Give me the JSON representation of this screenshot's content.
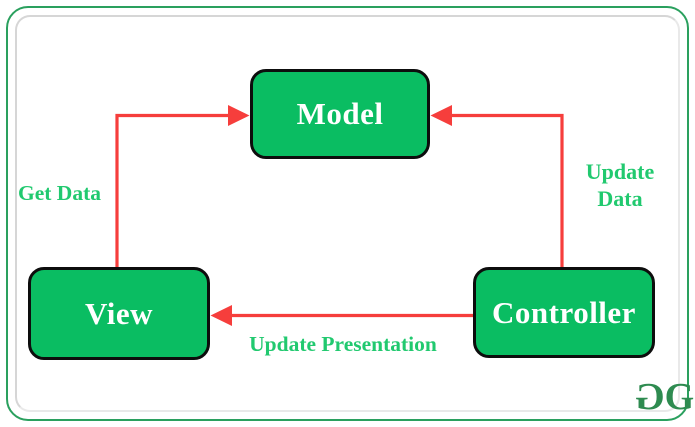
{
  "diagram": {
    "type": "flowchart",
    "subject": "Model-View-Controller",
    "nodes": [
      {
        "id": "model",
        "label": "Model"
      },
      {
        "id": "view",
        "label": "View"
      },
      {
        "id": "controller",
        "label": "Controller"
      }
    ],
    "edges": [
      {
        "id": "view-to-model",
        "from": "view",
        "to": "model",
        "label": "Get Data"
      },
      {
        "id": "controller-to-model",
        "from": "controller",
        "to": "model",
        "label": "Update Data"
      },
      {
        "id": "controller-to-view",
        "from": "controller",
        "to": "view",
        "label": "Update Presentation"
      }
    ]
  },
  "logo": {
    "name": "geeksforgeeks-logo",
    "g1": "G",
    "g2": "G"
  },
  "colors": {
    "node_fill": "#0abd62",
    "node_border": "#0d0d0d",
    "node_text": "#ffffff",
    "arrow_red": "#f63e3c",
    "label_green": "#21c96f",
    "frame_green": "#2aa05e",
    "frame_inner_gray": "#d6d6d6",
    "logo_green": "#2e8b50",
    "background": "#ffffff"
  }
}
